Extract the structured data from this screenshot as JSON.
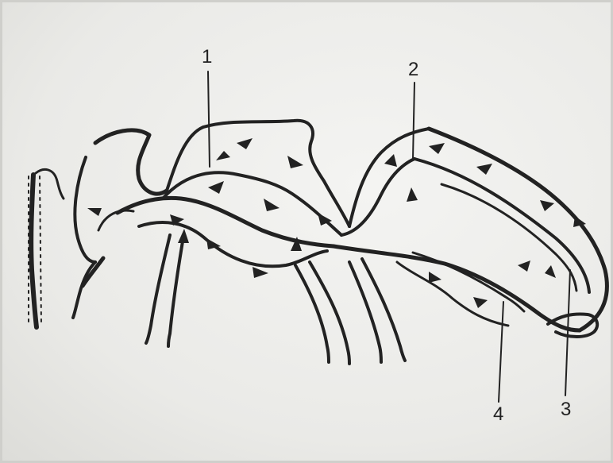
{
  "diagram": {
    "labels": [
      {
        "id": "1",
        "text": "1"
      },
      {
        "id": "2",
        "text": "2"
      },
      {
        "id": "3",
        "text": "3"
      },
      {
        "id": "4",
        "text": "4"
      }
    ]
  },
  "colors": {
    "paper": "#eeeeec",
    "ink": "#222222"
  }
}
